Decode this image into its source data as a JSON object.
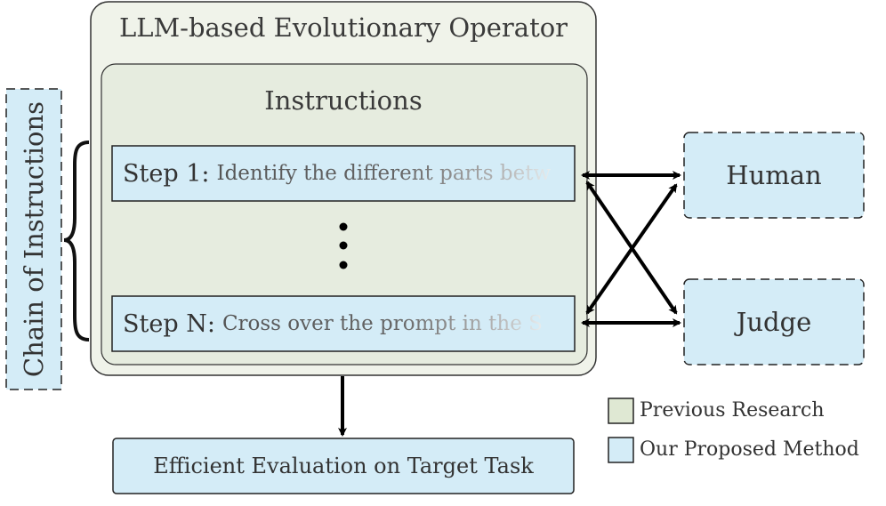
{
  "operator": {
    "title": "LLM-based Evolutionary Operator"
  },
  "instructions": {
    "title": "Instructions",
    "steps": [
      {
        "label": "Step 1",
        "text": "Identify the different parts betw"
      },
      {
        "label": "Step N",
        "text": "Cross over the prompt in the S"
      }
    ],
    "ellipsis": "⋮"
  },
  "chain_label": "Chain of Instructions",
  "feedback": {
    "human": "Human",
    "judge": "Judge"
  },
  "evaluation": "Efficient Evaluation on Target Task",
  "legend": [
    {
      "label": "Previous Research",
      "color": "#dfe8d3"
    },
    {
      "label": "Our Proposed Method",
      "color": "#d4ecf7"
    }
  ],
  "colors": {
    "previous": "#eef3e8",
    "proposed": "#d4ecf7",
    "border": "#333333"
  }
}
